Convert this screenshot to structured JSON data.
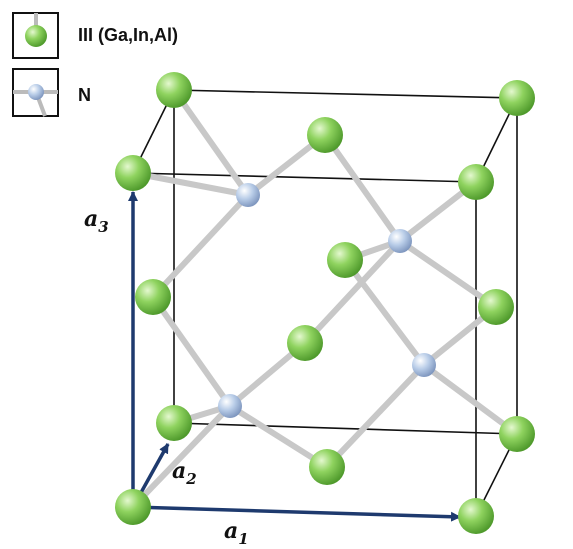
{
  "legend": {
    "group3_label": "III (Ga,In,Al)",
    "nitrogen_label": "N"
  },
  "vectors": {
    "a1": {
      "base": "a",
      "sub": "1"
    },
    "a2": {
      "base": "a",
      "sub": "2"
    },
    "a3": {
      "base": "a",
      "sub": "3"
    }
  },
  "colors": {
    "group3_atom": "#8fd35f",
    "nitrogen_atom": "#b9cde8",
    "bond": "#c8c8c8",
    "cell_edge": "#111111",
    "vector_arrow": "#1e3a6e"
  }
}
